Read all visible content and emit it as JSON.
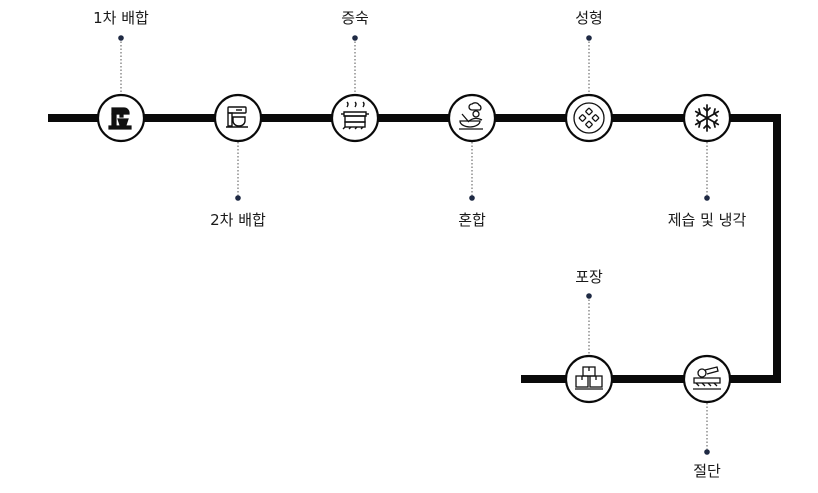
{
  "steps": [
    {
      "id": "mix1",
      "label": "1차 배합",
      "icon": "stand-mixer-icon"
    },
    {
      "id": "mix2",
      "label": "2차 배합",
      "icon": "mixing-machine-icon"
    },
    {
      "id": "steam",
      "label": "증숙",
      "icon": "steamer-pot-icon"
    },
    {
      "id": "blend",
      "label": "혼합",
      "icon": "chef-mixing-bowl-icon"
    },
    {
      "id": "shape",
      "label": "성형",
      "icon": "molded-rice-cakes-icon"
    },
    {
      "id": "cool",
      "label": "제습 및 냉각",
      "icon": "snowflake-icon"
    },
    {
      "id": "cut",
      "label": "절단",
      "icon": "cutting-machine-icon"
    },
    {
      "id": "pack",
      "label": "포장",
      "icon": "boxes-icon"
    }
  ],
  "colors": {
    "line": "#0a0a0a",
    "circle_fill": "#ffffff",
    "text": "#1a1a1a"
  }
}
